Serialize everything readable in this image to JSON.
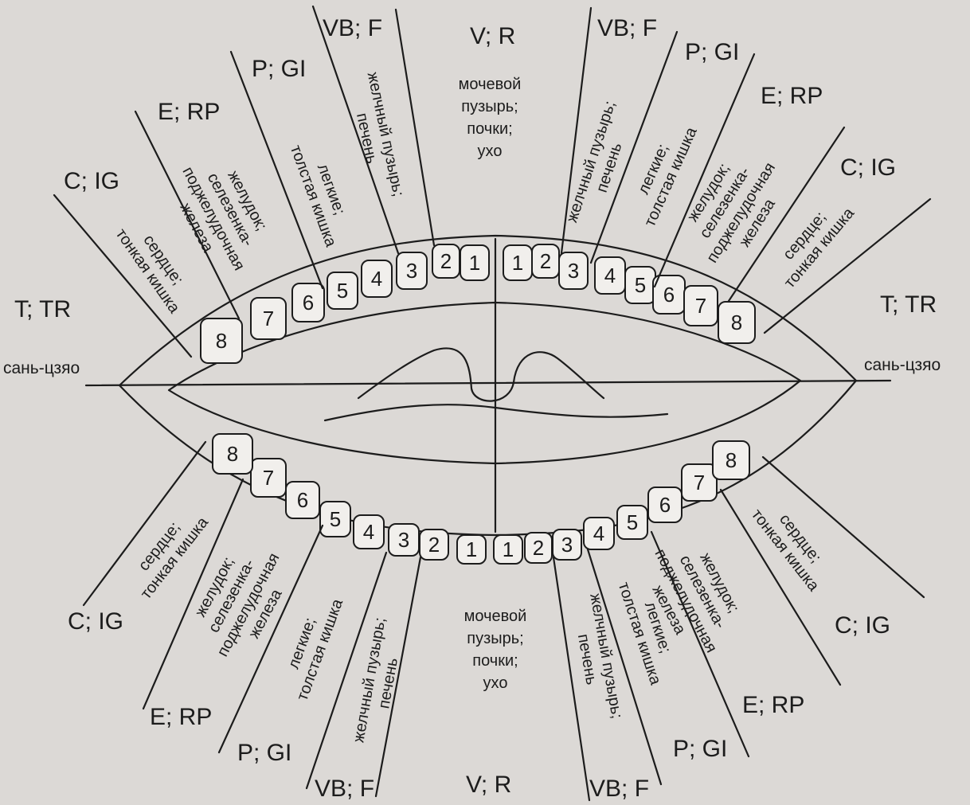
{
  "side_labels": {
    "left": "сань-цзяо",
    "right": "сань-цзяо"
  },
  "corner_labels": {
    "left": "T; TR",
    "right": "T; TR"
  },
  "upper": {
    "center_label": "V; R",
    "center_organs": [
      "мочевой",
      "пузырь;",
      "почки;",
      "ухо"
    ],
    "left": {
      "labels": [
        "VB; F",
        "P; GI",
        "E; RP",
        "C; IG"
      ],
      "organs": [
        [
          "желчный пузырь;",
          "печень"
        ],
        [
          "легкие;",
          "толстая кишка"
        ],
        [
          "желудок;",
          "селезенка-",
          "поджелудочная",
          "железа"
        ],
        [
          "сердце;",
          "тонкая кишка"
        ]
      ]
    },
    "right": {
      "labels": [
        "VB; F",
        "P; GI",
        "E; RP",
        "C; IG"
      ],
      "organs": [
        [
          "желчный пузырь;",
          "печень"
        ],
        [
          "легкие;",
          "толстая кишка"
        ],
        [
          "желудок;",
          "селезенка-",
          "поджелудочная",
          "железа"
        ],
        [
          "сердце;",
          "тонкая кишка"
        ]
      ]
    },
    "teeth_left": [
      "1",
      "2",
      "3",
      "4",
      "5",
      "6",
      "7",
      "8"
    ],
    "teeth_right": [
      "1",
      "2",
      "3",
      "4",
      "5",
      "6",
      "7",
      "8"
    ]
  },
  "lower": {
    "center_label": "V; R",
    "center_organs": [
      "мочевой",
      "пузырь;",
      "почки;",
      "ухо"
    ],
    "left": {
      "labels": [
        "VB; F",
        "P; GI",
        "E; RP",
        "C; IG"
      ],
      "organs": [
        [
          "желчный пузырь;",
          "печень"
        ],
        [
          "легкие;",
          "толстая кишка"
        ],
        [
          "желудок;",
          "селезенка-",
          "поджелудочная",
          "железа"
        ],
        [
          "сердце;",
          "тонкая кишка"
        ]
      ]
    },
    "right": {
      "labels": [
        "VB; F",
        "P; GI",
        "E; RP",
        "C; IG"
      ],
      "organs": [
        [
          "желчный пузырь;",
          "печень"
        ],
        [
          "легкие;",
          "толстая кишка"
        ],
        [
          "желудок;",
          "селезенка-",
          "поджелудочная",
          "железа"
        ],
        [
          "сердце;",
          "тонкая кишка"
        ]
      ]
    },
    "teeth_left": [
      "1",
      "2",
      "3",
      "4",
      "5",
      "6",
      "7",
      "8"
    ],
    "teeth_right": [
      "1",
      "2",
      "3",
      "4",
      "5",
      "6",
      "7",
      "8"
    ]
  }
}
